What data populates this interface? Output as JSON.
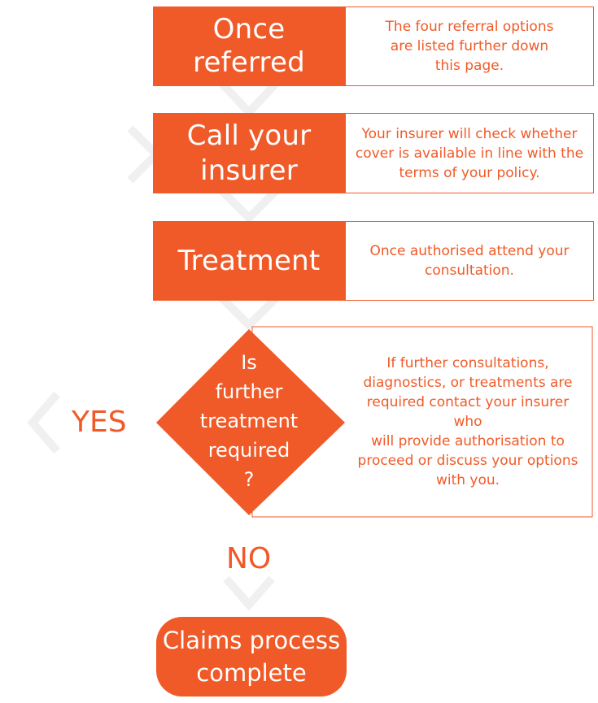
{
  "flow": {
    "step1": {
      "label": "Once referred",
      "note": "The four referral options\nare listed further down\nthis page."
    },
    "step2": {
      "label": "Call your\ninsurer",
      "note": "Your insurer will check whether\ncover is available in line with the\nterms of your policy."
    },
    "step3": {
      "label": "Treatment",
      "note": "Once authorised attend your\nconsultation."
    },
    "decision": {
      "label": "Is\nfurther\ntreatment\nrequired\n?",
      "note": "If further consultations,\ndiagnostics, or treatments are\nrequired contact your insurer who\nwill provide authorisation to\nproceed or discuss your options\nwith you.",
      "yes_label": "YES",
      "no_label": "NO"
    },
    "end": {
      "label": "Claims process\ncomplete"
    }
  },
  "colors": {
    "accent": "#f05a28",
    "chevron": "#f2f2f2"
  }
}
